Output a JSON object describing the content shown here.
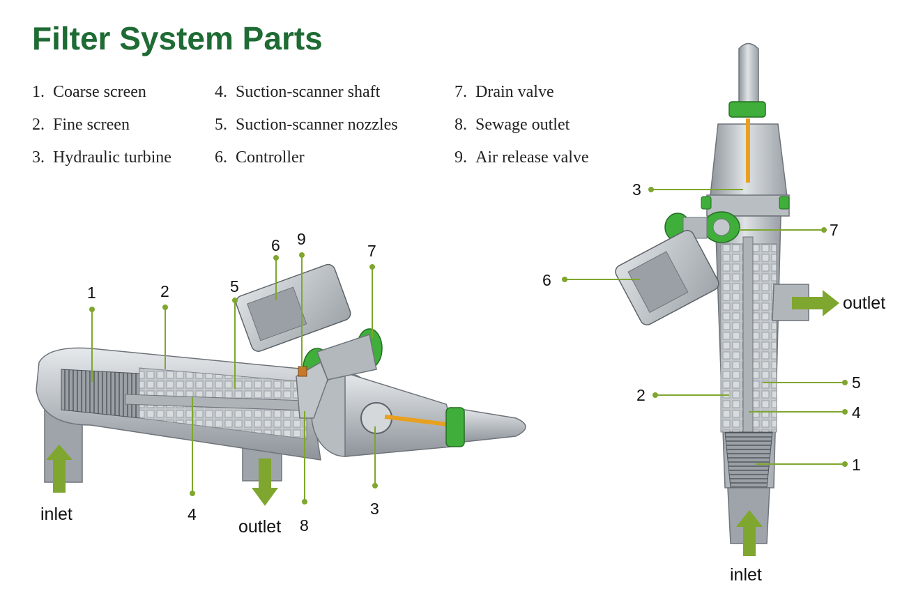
{
  "title": "Filter System Parts",
  "legend": [
    {
      "num": "1.",
      "label": "Coarse screen"
    },
    {
      "num": "2.",
      "label": "Fine screen"
    },
    {
      "num": "3.",
      "label": "Hydraulic turbine"
    },
    {
      "num": "4.",
      "label": "Suction-scanner shaft"
    },
    {
      "num": "5.",
      "label": "Suction-scanner nozzles"
    },
    {
      "num": "6.",
      "label": "Controller"
    },
    {
      "num": "7.",
      "label": "Drain valve"
    },
    {
      "num": "8.",
      "label": "Sewage outlet"
    },
    {
      "num": "9.",
      "label": "Air release valve"
    }
  ],
  "horizontal_view": {
    "callouts": [
      "1",
      "2",
      "5",
      "6",
      "9",
      "7",
      "4",
      "8",
      "3"
    ],
    "flow_labels": {
      "inlet": "inlet",
      "outlet": "outlet"
    }
  },
  "vertical_view": {
    "callouts": [
      "3",
      "7",
      "6",
      "2",
      "5",
      "4",
      "1"
    ],
    "flow_labels": {
      "outlet": "outlet",
      "inlet": "inlet"
    }
  },
  "colors": {
    "title": "#1e6b34",
    "callout_line": "#7fa62e",
    "arrow": "#7fa62e",
    "clamp": "#3fae3a",
    "shaft": "#e8a020",
    "housing": "#c8ccd0"
  }
}
